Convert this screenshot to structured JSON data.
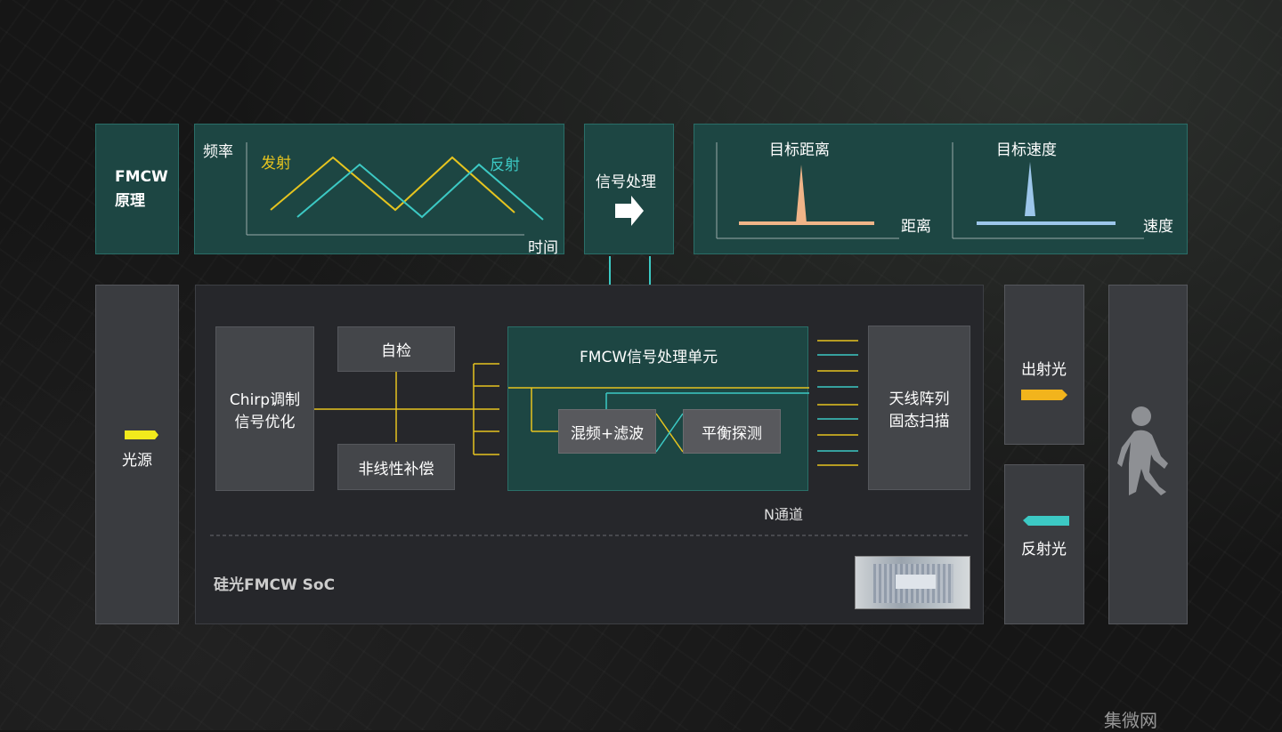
{
  "principle": {
    "line1": "FMCW",
    "line2": "原理"
  },
  "wave_chart": {
    "ylabel": "频率",
    "xlabel": "时间",
    "tx_label": "发射",
    "rx_label": "反射",
    "tx_color": "#e6c41f",
    "rx_color": "#3cc9c4"
  },
  "signal_processing": {
    "label": "信号处理",
    "icon": "right-arrow-icon"
  },
  "spectrum": {
    "distance": {
      "title": "目标距离",
      "xlabel": "距离",
      "color": "#f0b488"
    },
    "velocity": {
      "title": "目标速度",
      "xlabel": "速度",
      "color": "#9cc6ea"
    }
  },
  "light_source": {
    "label": "光源",
    "color": "#f2ea1c"
  },
  "soc": {
    "title": "硅光FMCW SoC",
    "chirp": {
      "line1": "Chirp调制",
      "line2": "信号优化"
    },
    "self_check": "自检",
    "nonlinear": "非线性补偿",
    "processing_unit": "FMCW信号处理单元",
    "mixing": "混频+滤波",
    "balanced": "平衡探测",
    "antenna": {
      "line1": "天线阵列",
      "line2": "固态扫描"
    },
    "channels": "N通道"
  },
  "outgoing": {
    "label": "出射光",
    "color": "#f2b41c"
  },
  "reflected": {
    "label": "反射光",
    "color": "#3cc9c4"
  },
  "target": {
    "icon": "walking-person-icon"
  },
  "watermark": "集微网"
}
